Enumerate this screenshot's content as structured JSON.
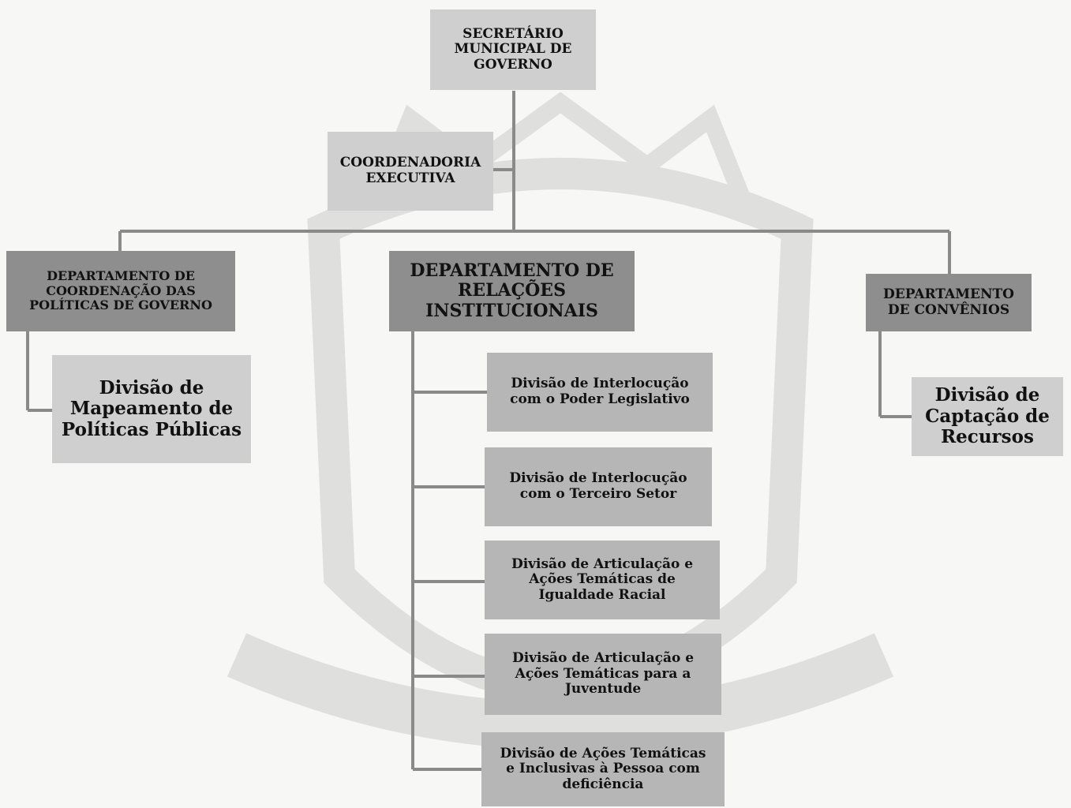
{
  "org_chart": {
    "root": {
      "label": "SECRETÁRIO\nMUNICIPAL DE\nGOVERNO"
    },
    "executive": {
      "label": "COORDENADORIA\nEXECUTIVA"
    },
    "departments": [
      {
        "label": "DEPARTAMENTO DE\nCOORDENAÇÃO DAS\nPOLÍTICAS DE GOVERNO",
        "divisions": [
          {
            "label": "Divisão de\nMapeamento de\nPolíticas Públicas"
          }
        ]
      },
      {
        "label": "DEPARTAMENTO DE\nRELAÇÕES\nINSTITUCIONAIS",
        "divisions": [
          {
            "label": "Divisão de Interlocução\ncom o Poder Legislativo"
          },
          {
            "label": "Divisão de Interlocução\ncom o Terceiro Setor"
          },
          {
            "label": "Divisão de Articulação e\nAções Temáticas de\nIgualdade Racial"
          },
          {
            "label": "Divisão de Articulação e\nAções Temáticas para a\nJuventude"
          },
          {
            "label": "Divisão de Ações Temáticas\ne Inclusivas à Pessoa com\ndeficiência"
          }
        ]
      },
      {
        "label": "DEPARTAMENTO\nDE CONVÊNIOS",
        "divisions": [
          {
            "label": "Divisão de\nCaptação de\nRecursos"
          }
        ]
      }
    ]
  },
  "colors": {
    "connector": "#8a8a8a",
    "box_light": "#cfcfcf",
    "box_mid": "#b6b6b6",
    "box_dark": "#8e8e8e"
  }
}
